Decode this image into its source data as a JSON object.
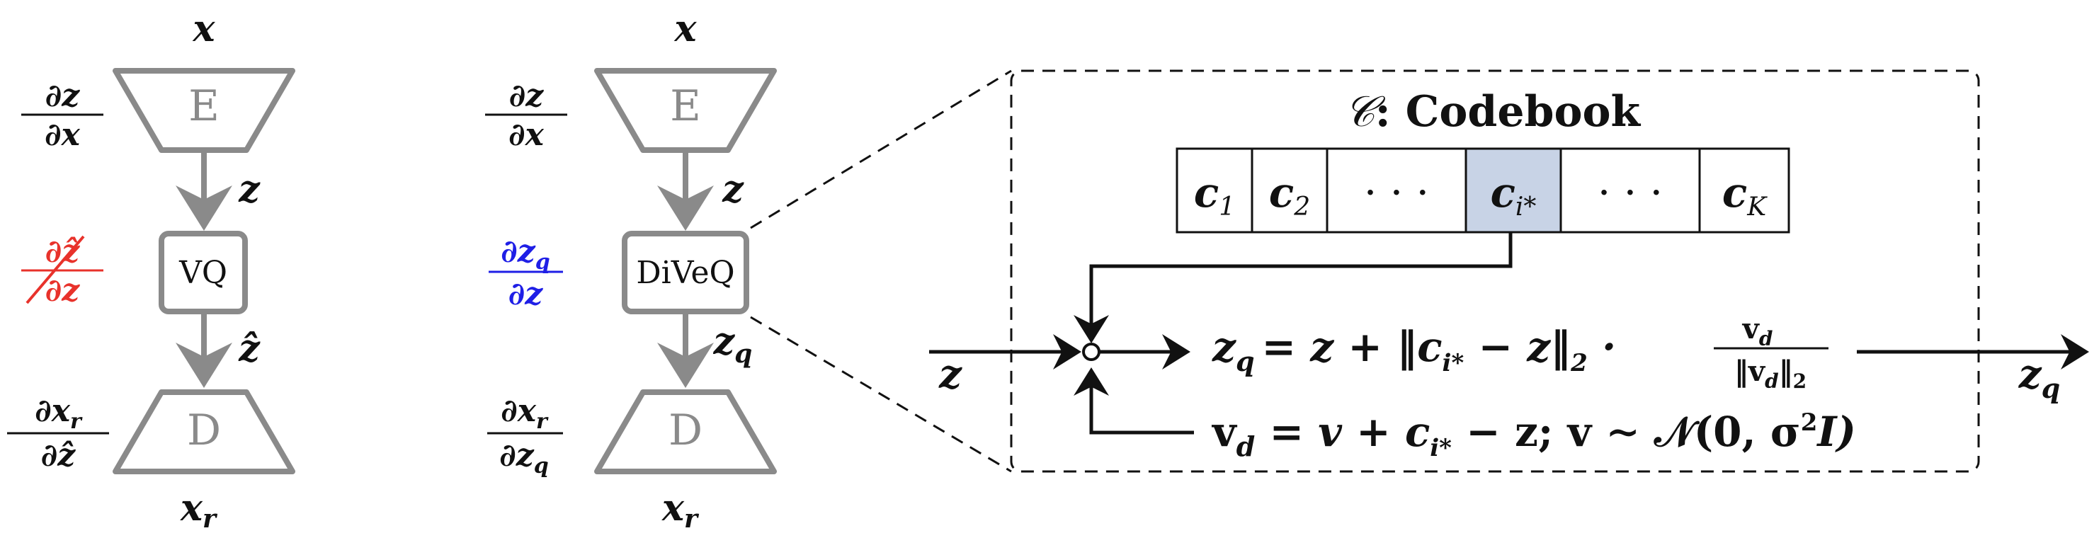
{
  "left": {
    "x_top": "x",
    "encoder": "E",
    "d_z_dx": {
      "num": "∂z",
      "den": "∂x"
    },
    "z": "z",
    "vq_box": "VQ",
    "d_zhat_dz": {
      "num": "∂ẑ",
      "den": "∂z"
    },
    "z_hat": "ẑ",
    "decoder": "D",
    "d_xr_dzhat": {
      "num": "∂x",
      "num_sub": "r",
      "den": "∂ẑ"
    },
    "x_bottom": "x",
    "x_bottom_sub": "r"
  },
  "middle": {
    "x_top": "x",
    "encoder": "E",
    "d_z_dx": {
      "num": "∂z",
      "den": "∂x"
    },
    "z": "z",
    "diveq_box": "DiVeQ",
    "d_zq_dz": {
      "num": "∂z",
      "num_sub": "q",
      "den": "∂z"
    },
    "z_q": "z",
    "z_q_sub": "q",
    "decoder": "D",
    "d_xr_dzq": {
      "num": "∂x",
      "num_sub": "r",
      "den": "∂z",
      "den_sub": "q"
    },
    "x_bottom": "x",
    "x_bottom_sub": "r"
  },
  "detail": {
    "codebook_symbol": "𝒞",
    "codebook_title": ": Codebook",
    "codebook_cells": [
      {
        "main": "c",
        "sub": "1"
      },
      {
        "main": "c",
        "sub": "2"
      },
      {
        "main": "· · ·",
        "sub": ""
      },
      {
        "main": "c",
        "sub": "i*"
      },
      {
        "main": "· · ·",
        "sub": ""
      },
      {
        "main": "c",
        "sub": "K"
      }
    ],
    "input_z": "z",
    "output_zq": "z",
    "output_zq_sub": "q",
    "eq1": {
      "lhs": "z",
      "lhs_sub": "q",
      "rhs": "= z + ‖c",
      "rhs_sub": "i*",
      "rhs_rest": " − z‖",
      "norm_sub": "2",
      "dot": " ·",
      "frac_num": "v",
      "frac_num_sub": "d",
      "frac_den": "‖v",
      "frac_den_sub": "d",
      "frac_den_rest": "‖",
      "frac_den_sub2": "2"
    },
    "eq2": {
      "text1": "v",
      "sub1": "d",
      "text2": " = v + c",
      "sub2": "i*",
      "text3": " − z;  v ∼ 𝒩(0, σ",
      "sup": "2",
      "text4": "I)"
    }
  },
  "colors": {
    "gray": "#8a8a8a",
    "red": "#e8322b",
    "blue": "#1f1fe6",
    "highlight": "#c8d3e6"
  }
}
